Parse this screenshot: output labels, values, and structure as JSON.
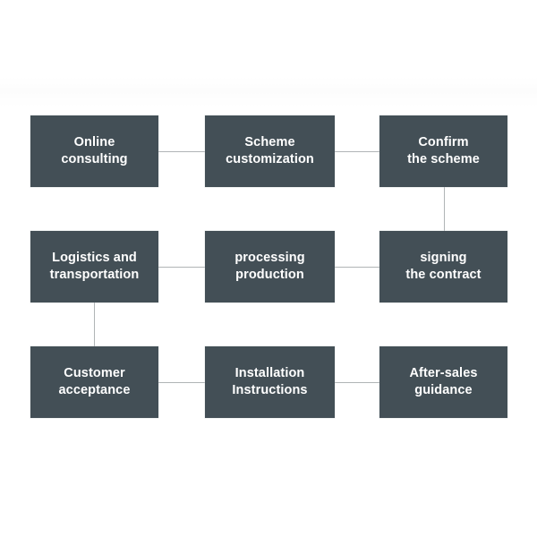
{
  "diagram": {
    "type": "process-flowchart",
    "layout": "3x3-serpentine",
    "background_color": "#ffffff",
    "node_fill_color": "#434f56",
    "node_text_color": "#ffffff",
    "connector_color": "#b0b4b6",
    "rows": [
      {
        "direction": "left-to-right",
        "nodes": [
          {
            "id": "online-consulting",
            "label": "Online\nconsulting"
          },
          {
            "id": "scheme-customization",
            "label": "Scheme\ncustomization"
          },
          {
            "id": "confirm-the-scheme",
            "label": "Confirm\nthe scheme"
          }
        ]
      },
      {
        "direction": "right-to-left",
        "nodes": [
          {
            "id": "logistics-and-transportation",
            "label": "Logistics and\ntransportation"
          },
          {
            "id": "processing-production",
            "label": "processing\nproduction"
          },
          {
            "id": "signing-the-contract",
            "label": "signing\nthe contract"
          }
        ]
      },
      {
        "direction": "left-to-right",
        "nodes": [
          {
            "id": "customer-acceptance",
            "label": "Customer\nacceptance"
          },
          {
            "id": "installation-instructions",
            "label": "Installation\nInstructions"
          },
          {
            "id": "after-sales-guidance",
            "label": "After-sales\nguidance"
          }
        ]
      }
    ],
    "sequence": [
      "Online consulting",
      "Scheme customization",
      "Confirm the scheme",
      "signing the contract",
      "processing production",
      "Logistics and transportation",
      "Customer acceptance",
      "Installation Instructions",
      "After-sales guidance"
    ],
    "connectors": [
      {
        "id": "r1c1-to-r1c2",
        "orientation": "horizontal"
      },
      {
        "id": "r1c2-to-r1c3",
        "orientation": "horizontal"
      },
      {
        "id": "r1c3-to-r2c3",
        "orientation": "vertical"
      },
      {
        "id": "r2c3-to-r2c2",
        "orientation": "horizontal"
      },
      {
        "id": "r2c2-to-r2c1",
        "orientation": "horizontal"
      },
      {
        "id": "r2c1-to-r3c1",
        "orientation": "vertical"
      },
      {
        "id": "r3c1-to-r3c2",
        "orientation": "horizontal"
      },
      {
        "id": "r3c2-to-r3c3",
        "orientation": "horizontal"
      }
    ]
  }
}
